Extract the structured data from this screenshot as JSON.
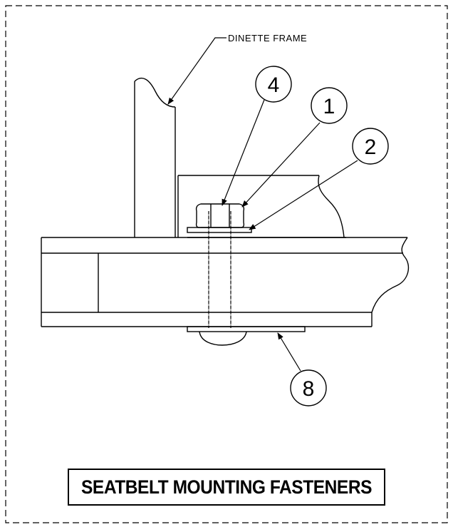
{
  "diagram": {
    "title": "SEATBELT MOUNTING FASTENERS",
    "frame_label": "DINETTE FRAME",
    "callouts": [
      {
        "id": "callout-4",
        "number": "4"
      },
      {
        "id": "callout-1",
        "number": "1"
      },
      {
        "id": "callout-2",
        "number": "2"
      },
      {
        "id": "callout-8",
        "number": "8"
      }
    ],
    "colors": {
      "line": "#000000",
      "background": "#ffffff"
    }
  }
}
